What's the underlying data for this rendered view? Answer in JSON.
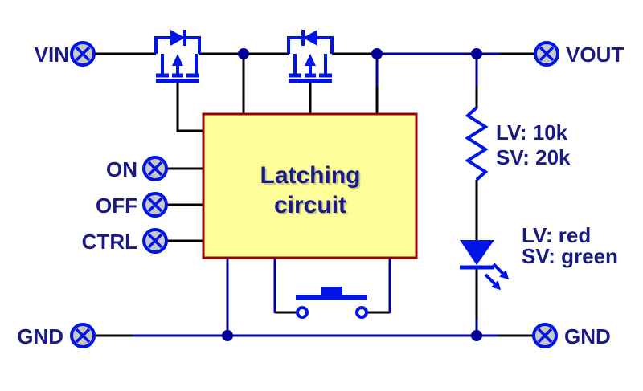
{
  "colors": {
    "component_blue": "#0014e6",
    "wire_navy": "#000099",
    "wire_black": "#000000",
    "text_navy": "#1a1a85",
    "box_fill": "#ffff99",
    "box_border": "#990000",
    "terminal_fill": "#c8c8c8"
  },
  "terminals": {
    "vin": "VIN",
    "vout": "VOUT",
    "on": "ON",
    "off": "OFF",
    "ctrl": "CTRL",
    "gnd_left": "GND",
    "gnd_right": "GND"
  },
  "latching_box": {
    "line1": "Latching",
    "line2": "circuit"
  },
  "resistor": {
    "label_line1": "LV: 10k",
    "label_line2": "SV: 20k"
  },
  "led": {
    "label_line1": "LV: red",
    "label_line2": "SV: green"
  }
}
